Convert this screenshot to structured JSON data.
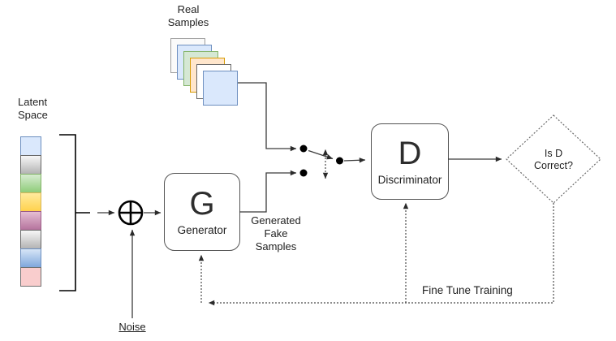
{
  "diagram": {
    "labels": {
      "latent_space": "Latent\nSpace",
      "real_samples": "Real\nSamples",
      "generated_fake_samples": "Generated\nFake\nSamples",
      "noise": "Noise",
      "fine_tune_training": "Fine Tune Training",
      "is_d_correct": "Is D\nCorrect?"
    },
    "nodes": {
      "generator": {
        "symbol": "G",
        "label": "Generator"
      },
      "discriminator": {
        "symbol": "D",
        "label": "Discriminator"
      }
    },
    "latent_space": {
      "cells": [
        {
          "name": "blue",
          "fill_top": "#dae8fc",
          "fill_bottom": "#dae8fc",
          "stroke": "#6c8ebf"
        },
        {
          "name": "gray",
          "fill_top": "#f7f7f7",
          "fill_bottom": "#b3b3b3",
          "stroke": "#666666"
        },
        {
          "name": "green",
          "fill_top": "#d7ecd1",
          "fill_bottom": "#8ecc79",
          "stroke": "#82b366"
        },
        {
          "name": "yellow",
          "fill_top": "#ffeb9e",
          "fill_bottom": "#ffd24d",
          "stroke": "#d6b656"
        },
        {
          "name": "pink",
          "fill_top": "#e5bed3",
          "fill_bottom": "#b5739d",
          "stroke": "#9c5c87"
        },
        {
          "name": "gray-2",
          "fill_top": "#f7f7f7",
          "fill_bottom": "#b3b3b3",
          "stroke": "#666666"
        },
        {
          "name": "blue-grad",
          "fill_top": "#d7e5f6",
          "fill_bottom": "#7fa7dc",
          "stroke": "#6c8ebf"
        },
        {
          "name": "salmon",
          "fill_top": "#f9cdcd",
          "fill_bottom": "#f9cdcd",
          "stroke": "#707070"
        }
      ]
    },
    "real_samples": {
      "cards": [
        {
          "name": "white-back",
          "fill": "#fafafa",
          "stroke": "#9e9e9e"
        },
        {
          "name": "blue-back",
          "fill": "#dae8fc",
          "stroke": "#6c8ebf"
        },
        {
          "name": "green",
          "fill": "#d5e8d4",
          "stroke": "#82b366"
        },
        {
          "name": "orange",
          "fill": "#ffe6cc",
          "stroke": "#d79b00"
        },
        {
          "name": "white-dark",
          "fill": "#ffffff",
          "stroke": "#666666"
        },
        {
          "name": "blue-front",
          "fill": "#dae8fc",
          "stroke": "#6c8ebf"
        }
      ]
    },
    "colors": {
      "connector": "#3b3b3b",
      "dashed_feedback": "#4a4a4a",
      "node_border": "#545454",
      "text": "#1f1f1f",
      "background": "#ffffff"
    }
  }
}
